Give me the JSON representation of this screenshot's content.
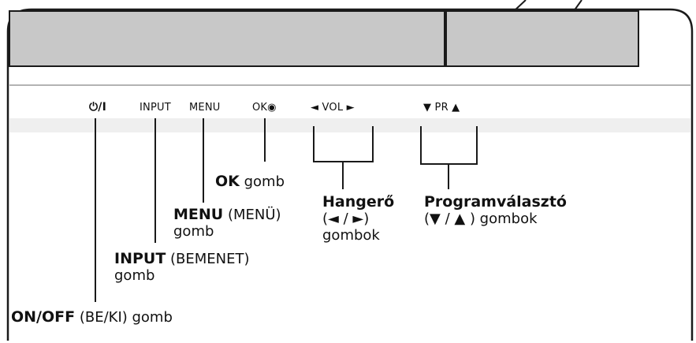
{
  "panel": {
    "buttons": [
      {
        "id": "power",
        "label": "⏻/I",
        "icon": "power-icon"
      },
      {
        "id": "input",
        "label": "INPUT"
      },
      {
        "id": "menu",
        "label": "MENU"
      },
      {
        "id": "ok",
        "label": "OK◉"
      },
      {
        "id": "vol",
        "label": "◄  VOL  ►"
      },
      {
        "id": "pr",
        "label": "▼  PR  ▲"
      }
    ]
  },
  "callouts": {
    "ok": {
      "bold": "OK",
      "rest": " gomb"
    },
    "menu": {
      "bold": "MENU",
      "rest": " (MENÜ)",
      "line2": "gomb"
    },
    "input": {
      "bold": "INPUT",
      "rest": " (BEMENET)",
      "line2": "gomb"
    },
    "onoff": {
      "bold": "ON/OFF",
      "rest": " (BE/KI) gomb"
    },
    "volume": {
      "title": "Hangerő",
      "line2": "(◄ / ►)",
      "line3": "gombok"
    },
    "program": {
      "title": "Programválasztó",
      "line2": "(▼ / ▲ )  gombok"
    }
  },
  "colors": {
    "panel_fill": "#c8c8c8",
    "stroke": "#1a1a1a",
    "strip_fill": "#efefef"
  }
}
